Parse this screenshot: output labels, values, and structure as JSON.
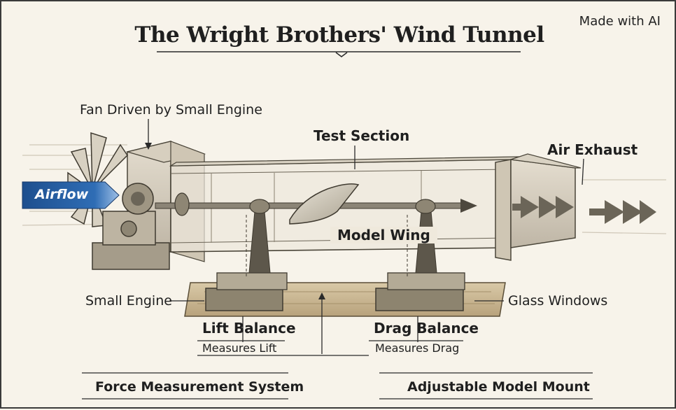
{
  "title": "The Wright Brothers' Wind Tunnel",
  "badge": "Made with AI",
  "labels": {
    "fan": "Fan Driven by Small Engine",
    "test_section": "Test Section",
    "air_exhaust": "Air Exhaust",
    "airflow": "Airflow",
    "model_wing": "Model Wing",
    "small_engine": "Small Engine",
    "glass_windows": "Glass Windows",
    "lift_balance": "Lift Balance",
    "lift_sub": "Measures Lift",
    "drag_balance": "Drag Balance",
    "drag_sub": "Measures Drag",
    "force_system": "Force Measurement System",
    "adjustable_mount": "Adjustable Model Mount"
  }
}
